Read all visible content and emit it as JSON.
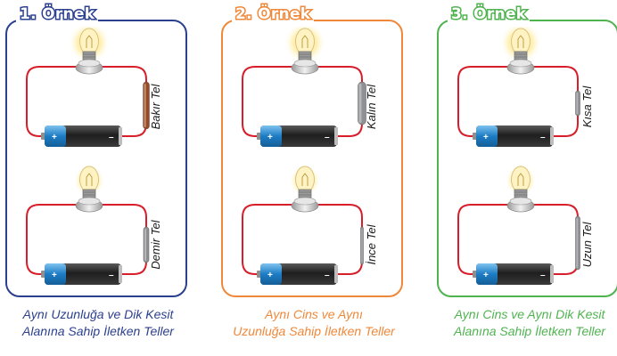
{
  "colors": {
    "panel1": "#2b3f8f",
    "panel2": "#f0883a",
    "panel3": "#4fb34f",
    "wire": "#d81e2a",
    "copper": "#9a4a22",
    "steel": "#8f9094"
  },
  "panels": [
    {
      "title": "1. Örnek",
      "circuits": [
        {
          "wire_label": "Bakır Tel",
          "wire_material": "copper"
        },
        {
          "wire_label": "Demir Tel",
          "wire_material": "steel"
        }
      ],
      "caption": [
        "Aynı Uzunluğa ve Dik Kesit",
        "Alanına Sahip İletken Teller"
      ]
    },
    {
      "title": "2. Örnek",
      "circuits": [
        {
          "wire_label": "Kalın Tel",
          "wire_material": "steel"
        },
        {
          "wire_label": "İnce Tel",
          "wire_material": "steel"
        }
      ],
      "caption": [
        "Aynı Cins ve Aynı",
        "Uzunluğa Sahip İletken Teller"
      ]
    },
    {
      "title": "3. Örnek",
      "circuits": [
        {
          "wire_label": "Kısa Tel",
          "wire_material": "steel"
        },
        {
          "wire_label": "Uzun Tel",
          "wire_material": "steel"
        }
      ],
      "caption": [
        "Aynı Cins ve Aynı Dik Kesit",
        "Alanına Sahip İletken Teller"
      ]
    }
  ],
  "battery": {
    "plus_symbol": "+",
    "minus_symbol": "–"
  }
}
